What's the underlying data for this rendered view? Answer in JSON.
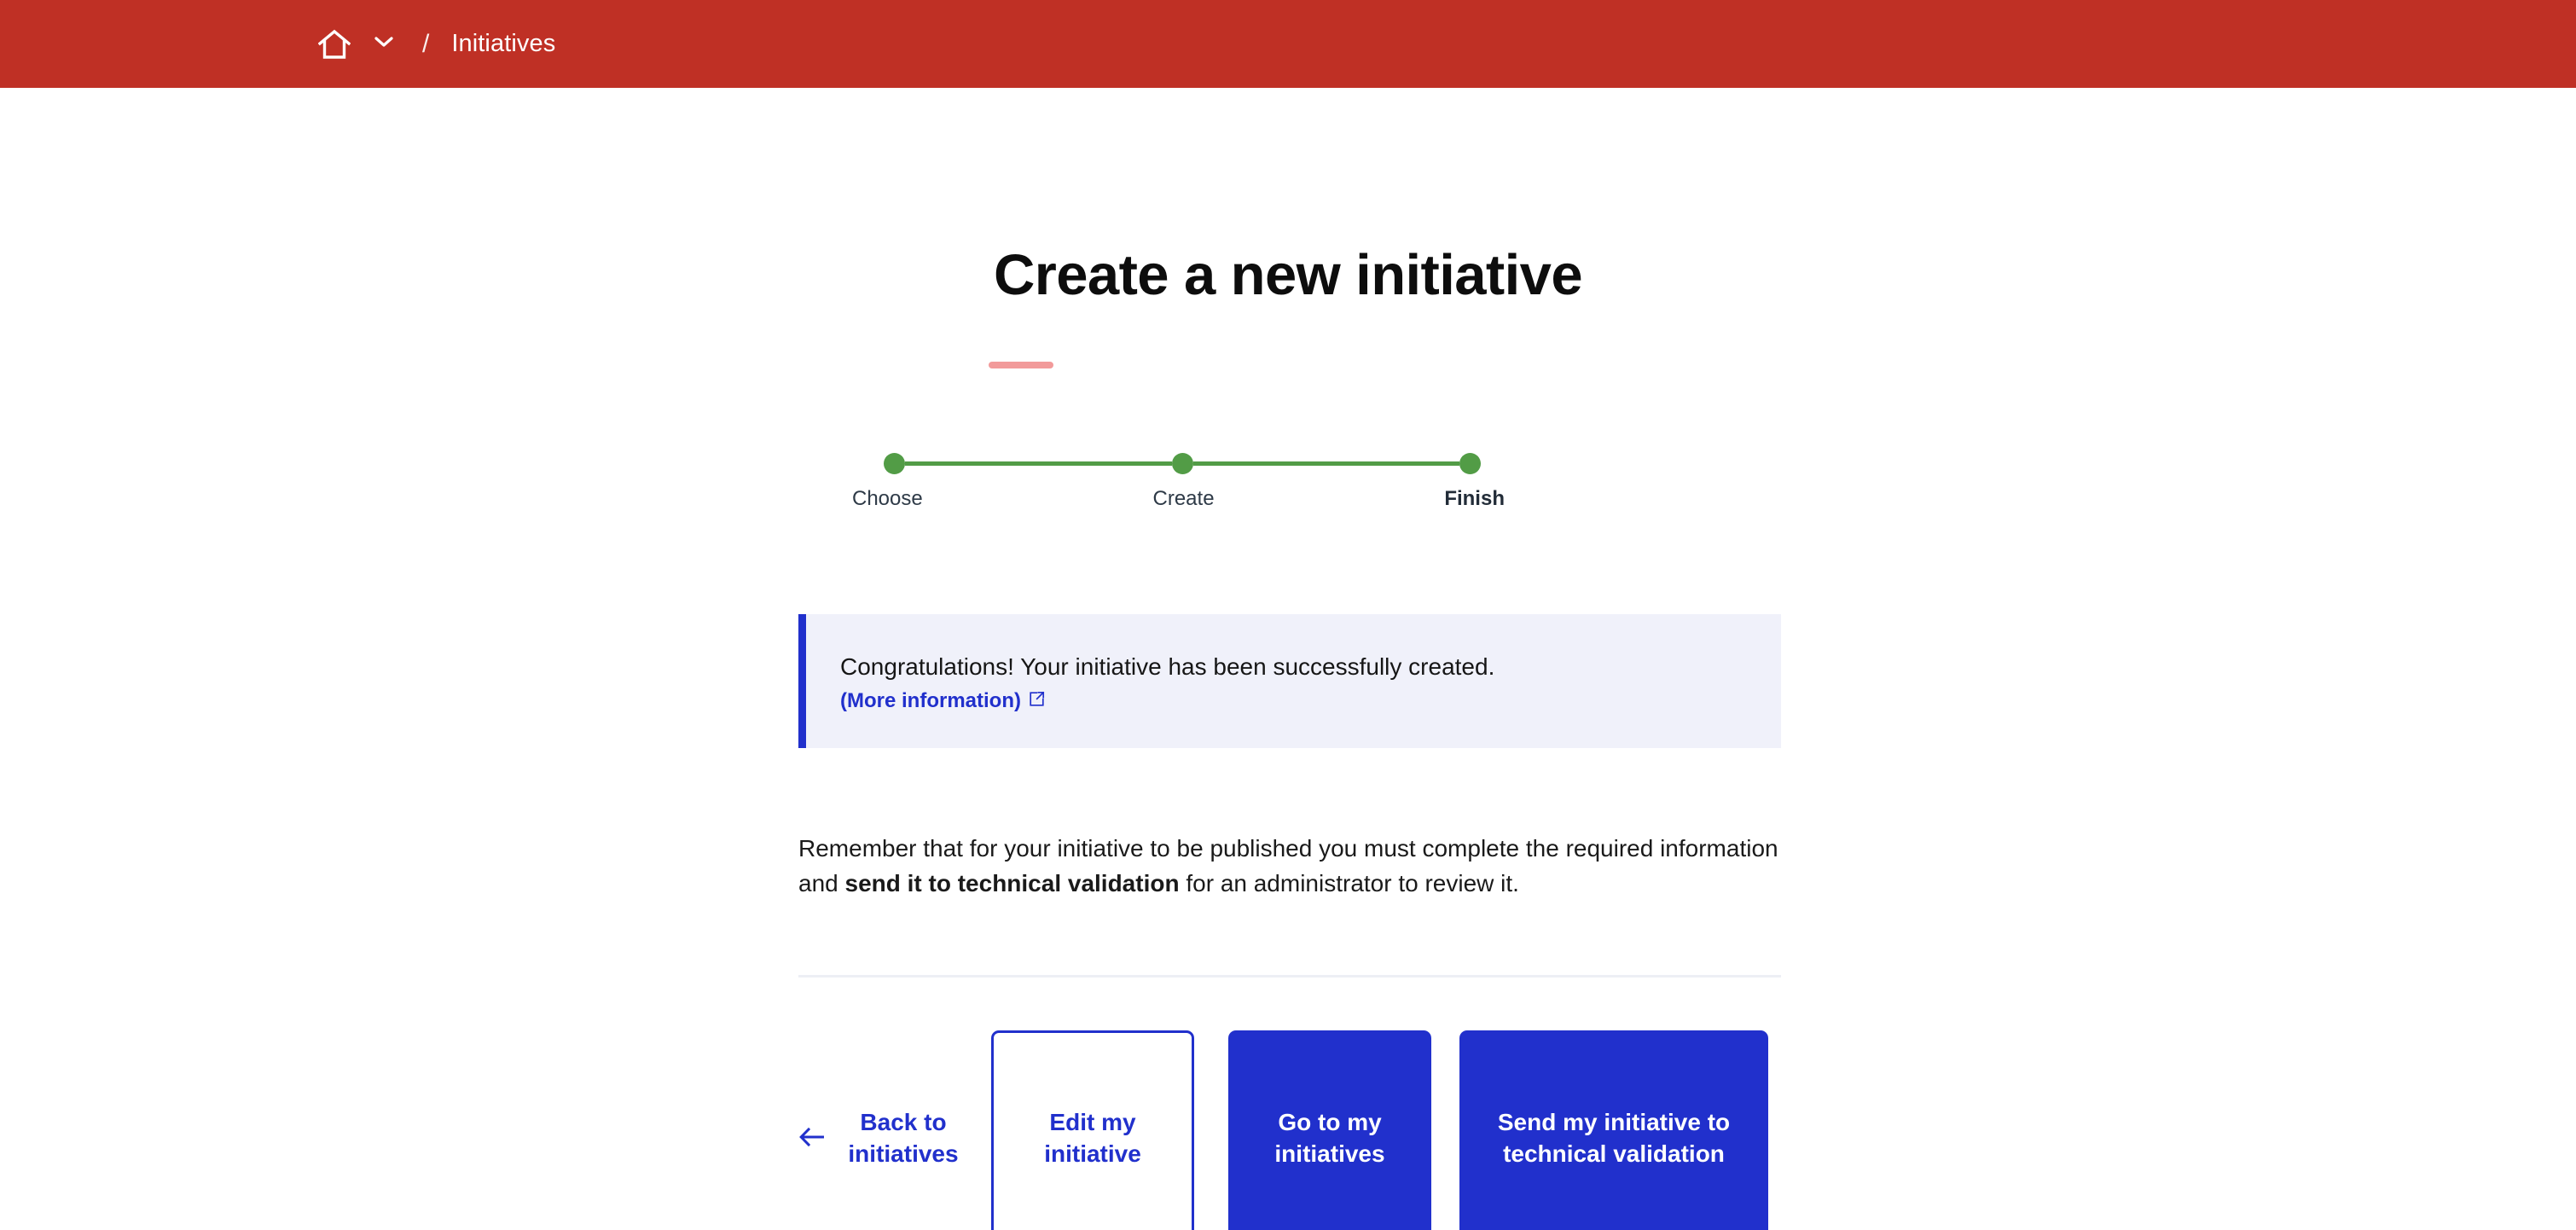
{
  "topbar": {
    "background_color": "#bf3025",
    "home_icon": "home-icon",
    "home_dropdown_icon": "chevron-down-icon",
    "separator": "/",
    "current_crumb": "Initiatives"
  },
  "header": {
    "title": "Create a new initiative",
    "underline_color": "#f29a9a"
  },
  "stepper": {
    "accent_color": "#529c46",
    "steps": [
      {
        "label": "Choose",
        "state": "complete"
      },
      {
        "label": "Create",
        "state": "complete"
      },
      {
        "label": "Finish",
        "state": "active"
      }
    ]
  },
  "callout": {
    "type": "success",
    "background_color": "#f0f1fa",
    "border_color": "#2130cc",
    "message": "Congratulations! Your initiative has been successfully created.",
    "link_label": "(More information)",
    "link_icon": "external-link-icon"
  },
  "body": {
    "paragraph_part_1": "Remember that for your initiative to be published you must complete the required information and ",
    "paragraph_emphasis": "send it to technical validation",
    "paragraph_part_2": " for an administrator to review it."
  },
  "actions": {
    "accent_color": "#2130cc",
    "back": {
      "icon": "arrow-left-icon",
      "label": "Back to initiatives"
    },
    "edit": {
      "label": "Edit my initiative",
      "style": "outline"
    },
    "go": {
      "label": "Go to my initiatives",
      "style": "primary"
    },
    "send": {
      "label": "Send my initiative to technical validation",
      "style": "primary"
    }
  }
}
